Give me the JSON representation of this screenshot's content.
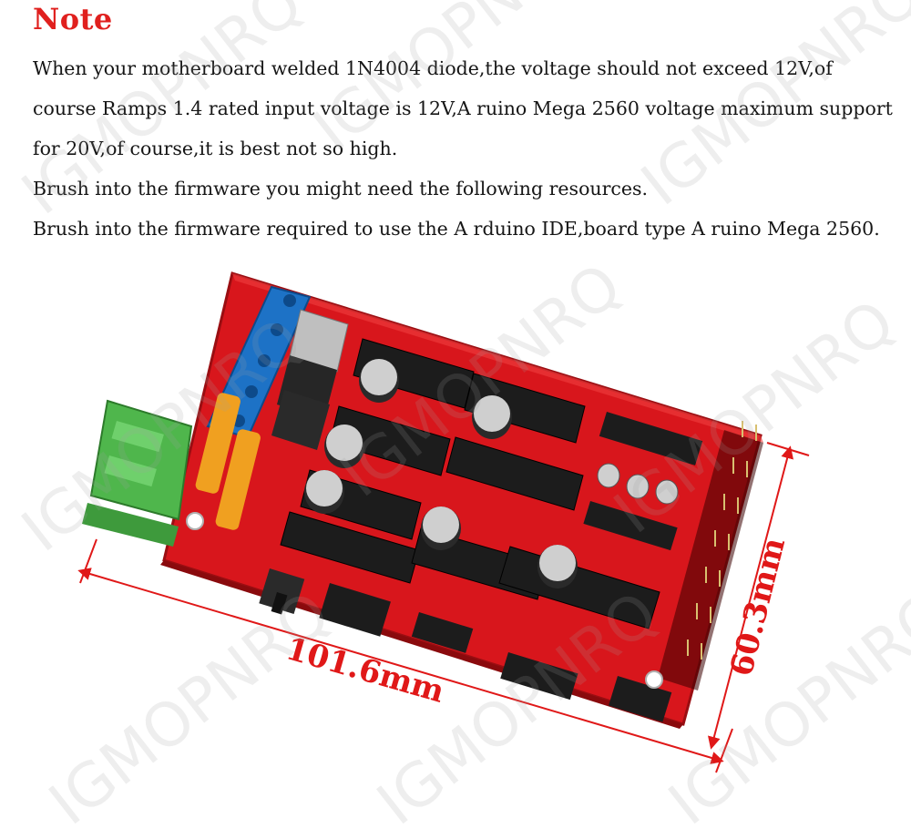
{
  "note": {
    "title": "Note",
    "lines": [
      "When your motherboard welded 1N4004 diode,the voltage should not exceed 12V,of",
      "course Ramps 1.4 rated input voltage is 12V,A ruino Mega 2560 voltage maximum support",
      "for 20V,of course,it is best not so high.",
      "Brush into the firmware you might need the following resources.",
      "Brush into the firmware required to use the A rduino IDE,board type A ruino Mega 2560."
    ]
  },
  "dimensions": {
    "width_label": "101.6mm",
    "height_label": "60.3mm"
  },
  "watermark": "IGMOPNRQ",
  "colors": {
    "title": "#e0201e",
    "board": "#d8161c",
    "terminal_blue": "#1d72c6",
    "terminal_green": "#4fb64c",
    "dimension_line": "#e01818",
    "header_black": "#1c1c1c"
  }
}
